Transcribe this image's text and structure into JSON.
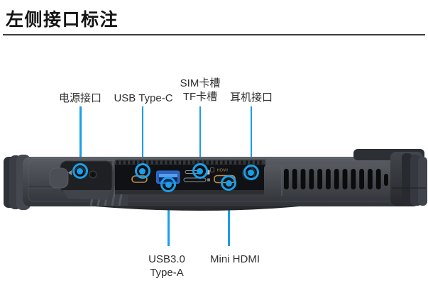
{
  "page": {
    "title": "左侧接口标注"
  },
  "colors": {
    "accent_blue": "#1b9ee9",
    "title_text": "#141414",
    "label_text": "#303030",
    "rule": "#3c3c3c",
    "port_gold": "#b98e51",
    "usb_a_blue": "#2f72d6",
    "device_body": "#42454b",
    "port_panel": "#101114"
  },
  "callouts": {
    "power": {
      "label": "电源接口"
    },
    "usb_c": {
      "label": "USB Type-C"
    },
    "sim": {
      "label_line1": "SIM卡槽",
      "label_line2": "TF卡槽"
    },
    "headphone": {
      "label": "耳机接口"
    },
    "usb_a": {
      "label_line1": "USB3.0",
      "label_line2": "Type-A"
    },
    "mini_hdmi": {
      "label": "Mini HDMI"
    }
  },
  "device": {
    "hdmi_print": "HDMI"
  }
}
